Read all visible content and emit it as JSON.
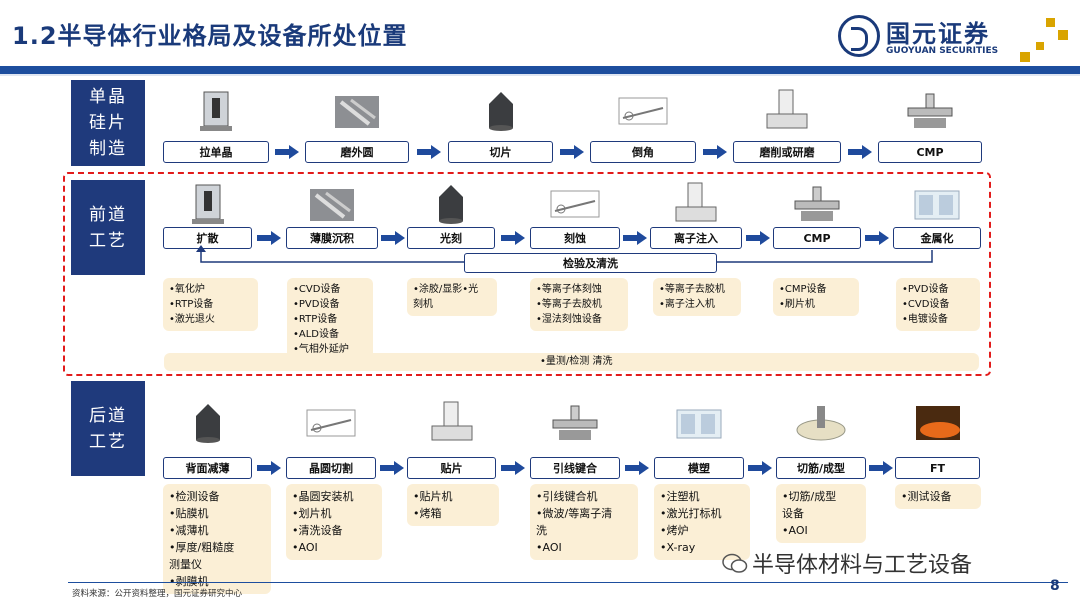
{
  "title": "1.2半导体行业格局及设备所处位置",
  "logo": {
    "cn": "国元证券",
    "en": "GUOYUAN SECURITIES"
  },
  "stages": {
    "s1": "单晶硅片制造",
    "s2": "前道工艺",
    "s3": "后道工艺"
  },
  "row1": [
    "拉单晶",
    "磨外圆",
    "切片",
    "倒角",
    "磨削或研磨",
    "CMP"
  ],
  "row2": [
    "扩散",
    "薄膜沉积",
    "光刻",
    "刻蚀",
    "离子注入",
    "CMP",
    "金属化"
  ],
  "inspect": "检验及清洗",
  "row2_equipment": [
    [
      "•氧化炉",
      "•RTP设备",
      "•激光退火"
    ],
    [
      "•CVD设备",
      "•PVD设备",
      "•RTP设备",
      "•ALD设备",
      "•气相外延炉"
    ],
    [
      "•涂胶/显影•光",
      "刻机"
    ],
    [
      "•等离子体刻蚀",
      "•等离子去胶机",
      "•湿法刻蚀设备"
    ],
    [
      "•等离子去胶机",
      "•离子注入机"
    ],
    [
      "•CMP设备",
      "•刷片机"
    ],
    [
      "•PVD设备",
      "•CVD设备",
      "•电镀设备"
    ]
  ],
  "measure_bar": "•量测/检测 清洗",
  "row3": [
    "背面减薄",
    "晶圆切割",
    "贴片",
    "引线键合",
    "模塑",
    "切筋/成型",
    "FT"
  ],
  "row3_equipment": [
    [
      "•检测设备",
      "•贴膜机",
      "•减薄机",
      "•厚度/粗糙度",
      "测量仪",
      "•剥膜机"
    ],
    [
      "•晶圆安装机",
      "•划片机",
      "•清洗设备",
      "•AOI"
    ],
    [
      "•贴片机",
      "•烤箱"
    ],
    [
      "•引线键合机",
      "•微波/等离子清",
      "洗",
      "•AOI"
    ],
    [
      "•注塑机",
      "•激光打标机",
      "•烤炉",
      "•X-ray"
    ],
    [
      "•切筋/成型",
      "设备",
      "•AOI"
    ],
    [
      "•测试设备"
    ]
  ],
  "watermark": "半导体材料与工艺设备",
  "source": "资料来源：公开资料整理，国元证券研究中心",
  "page": "8",
  "colors": {
    "navy": "#1f3a7c",
    "accent_red": "#e21b1b",
    "note_bg": "#fbefd6",
    "gold": "#d9a400"
  }
}
